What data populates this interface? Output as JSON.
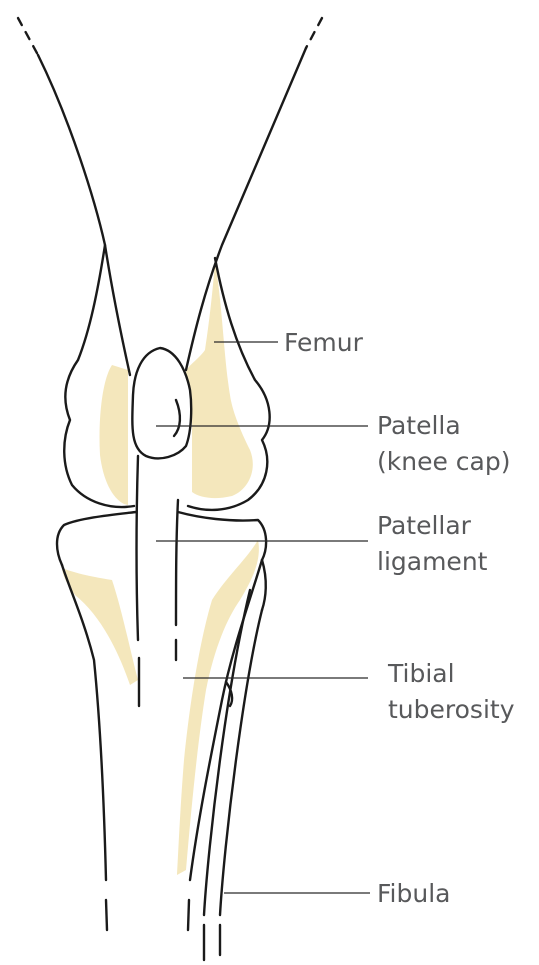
{
  "labels": {
    "femur": "Femur",
    "patella_line1": "Patella",
    "patella_line2": "(knee cap)",
    "ligament_line1": "Patellar",
    "ligament_line2": "ligament",
    "tuberosity_line1": "Tibial",
    "tuberosity_line2": "tuberosity",
    "fibula": "Fibula"
  },
  "colors": {
    "bone_shading": "#f3e6b8",
    "outline": "#1a1a1a",
    "label_text": "#58595b"
  }
}
